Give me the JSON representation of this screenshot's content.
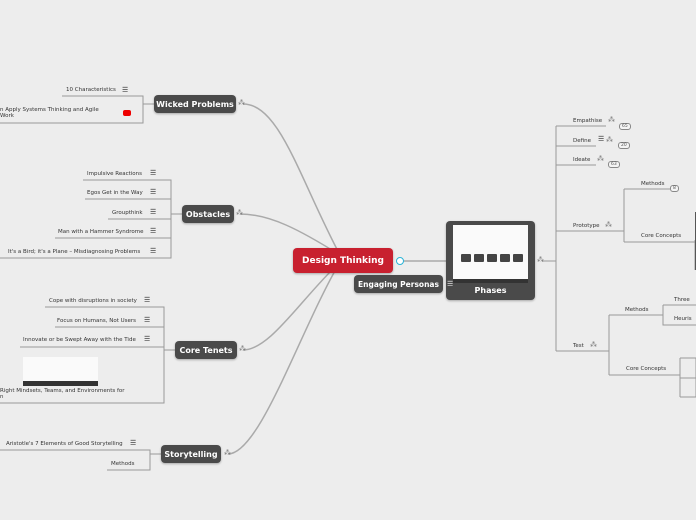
{
  "central": {
    "label": "Design Thinking",
    "color": "#c8202f"
  },
  "branches": {
    "wicked": {
      "label": "Wicked Problems",
      "items": [
        "10 Characteristics",
        "n Apply Systems Thinking and Agile",
        "Work"
      ]
    },
    "obstacles": {
      "label": "Obstacles",
      "items": [
        "Impulsive Reactions",
        "Egos Get in the Way",
        "Groupthink",
        "Man with a Hammer Syndrome",
        "It's a Bird; it's a Plane – Misdiagnosing Problems"
      ]
    },
    "tenets": {
      "label": "Core Tenets",
      "items": [
        "Cope with disruptions in society",
        "Focus on Humans, Not Users",
        "Innovate or be Swept Away with the Tide",
        "Right Mindsets, Teams, and Environments for",
        "n"
      ]
    },
    "storytelling": {
      "label": "Storytelling",
      "items": [
        "Aristotle's 7 Elements of Good Storytelling",
        "Methods"
      ]
    },
    "personas": {
      "label": "Engaging Personas"
    },
    "phases": {
      "label": "Phases",
      "children": [
        {
          "label": "Empathise",
          "count": "65"
        },
        {
          "label": "Define",
          "count": "20"
        },
        {
          "label": "Ideate",
          "count": "63"
        },
        {
          "label": "Prototype"
        },
        {
          "label": "Test"
        }
      ],
      "prototype": {
        "methods": "Methods",
        "methods_count": "8",
        "core": "Core Concepts"
      },
      "test": {
        "methods": "Methods",
        "core": "Core Concepts",
        "sub": [
          "Three",
          "Heuris"
        ]
      }
    }
  },
  "icons": {
    "note": "☰",
    "tree": "⁂"
  }
}
